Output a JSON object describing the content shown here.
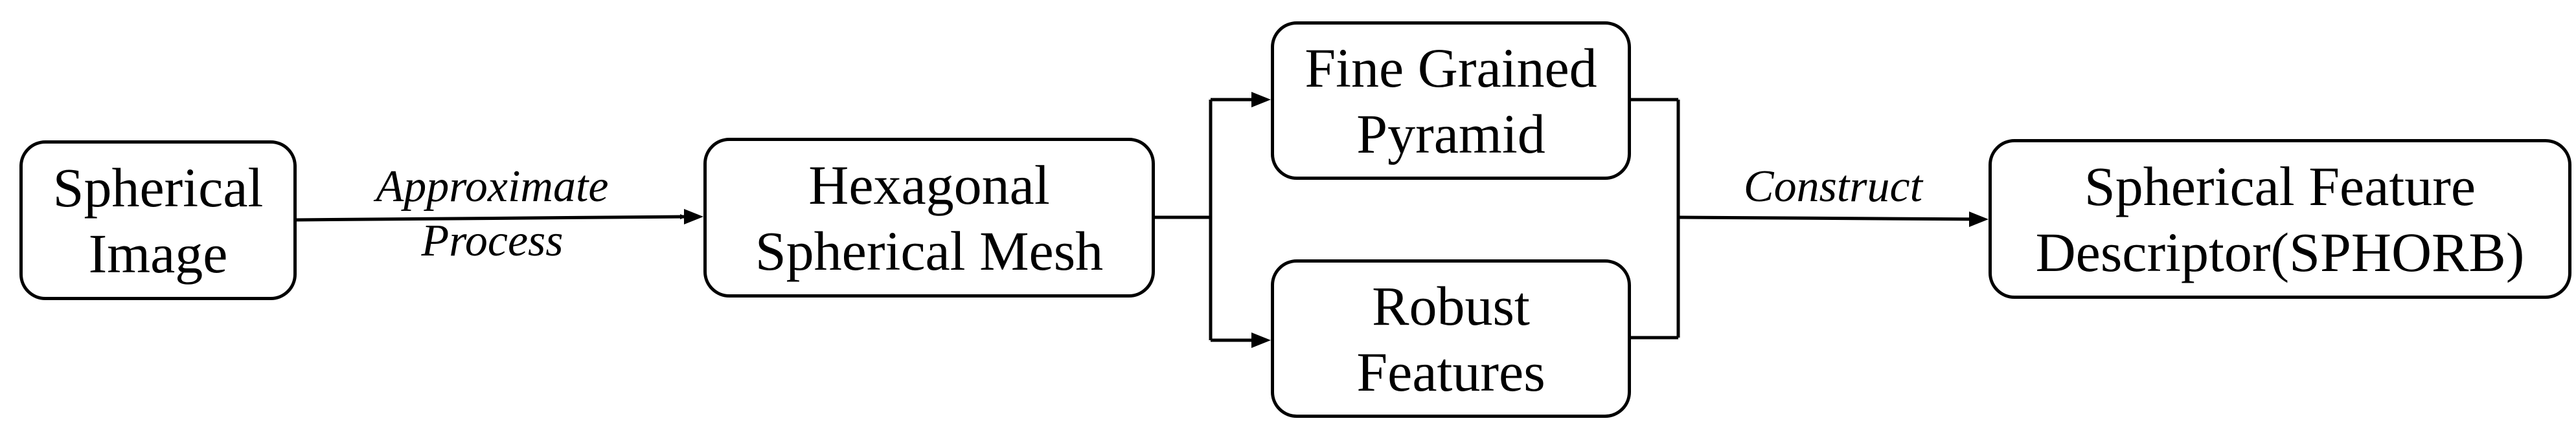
{
  "nodes": {
    "spherical_image": {
      "line1": "Spherical",
      "line2": "Image"
    },
    "hexagonal_mesh": {
      "line1": "Hexagonal",
      "line2": "Spherical Mesh"
    },
    "fine_grained_pyramid": {
      "line1": "Fine Grained",
      "line2": "Pyramid"
    },
    "robust_features": {
      "line1": "Robust",
      "line2": "Features"
    },
    "feature_descriptor": {
      "line1": "Spherical Feature",
      "line2": "Descriptor(SPHORB)"
    }
  },
  "edges": {
    "approximate_process": {
      "line1": "Approximate",
      "line2": "Process"
    },
    "construct": {
      "line1": "Construct"
    }
  },
  "colors": {
    "stroke": "#000000",
    "fill": "#ffffff"
  }
}
